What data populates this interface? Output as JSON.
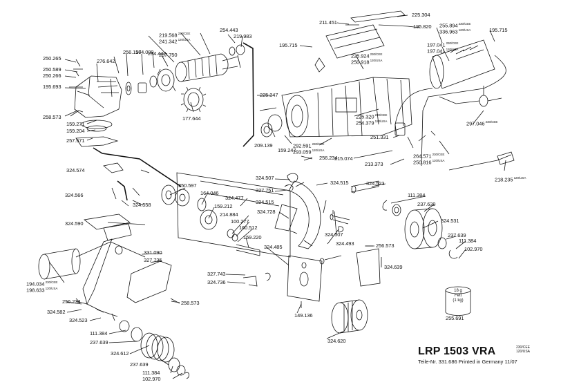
{
  "model": {
    "title": "LRP 1503 VRA",
    "variant_lines": [
      "230/CEE",
      "120/USA"
    ],
    "parts_info": "Teile-Nr. 331.686 Printed in Germany 11/07"
  },
  "grease": {
    "line1": "18 g",
    "line2": "Fett",
    "line3": "(1 kg)",
    "part": "255.691"
  },
  "part_labels": [
    {
      "id": "p225304",
      "text": "225.304",
      "sub": ""
    },
    {
      "id": "p211451",
      "text": "211.451",
      "sub": ""
    },
    {
      "id": "p195820",
      "text": "195.820",
      "sub": ""
    },
    {
      "id": "p255894",
      "text": "255.894",
      "sub": "230/CEE"
    },
    {
      "id": "p336963",
      "text": "336.963",
      "sub": "120/USA"
    },
    {
      "id": "p195715a",
      "text": "195.715",
      "sub": ""
    },
    {
      "id": "p195715b",
      "text": "195.715",
      "sub": ""
    },
    {
      "id": "p219568",
      "text": "219.568",
      "sub": "230/CEE"
    },
    {
      "id": "p241342",
      "text": "241.342",
      "sub": "120/USA"
    },
    {
      "id": "p254443",
      "text": "254.443",
      "sub": ""
    },
    {
      "id": "p219983",
      "text": "219.983",
      "sub": ""
    },
    {
      "id": "p250265",
      "text": "250.265",
      "sub": ""
    },
    {
      "id": "p276642",
      "text": "276.642",
      "sub": ""
    },
    {
      "id": "p256157",
      "text": "256.157",
      "sub": ""
    },
    {
      "id": "p164089",
      "text": "164.089",
      "sub": ""
    },
    {
      "id": "p254442",
      "text": "254.442",
      "sub": ""
    },
    {
      "id": "p257750",
      "text": "257.750",
      "sub": ""
    },
    {
      "id": "p250589",
      "text": "250.589",
      "sub": ""
    },
    {
      "id": "p250266",
      "text": "250.266",
      "sub": ""
    },
    {
      "id": "p195693",
      "text": "195.693",
      "sub": ""
    },
    {
      "id": "p258573a",
      "text": "258.573",
      "sub": ""
    },
    {
      "id": "p177644",
      "text": "177.644",
      "sub": ""
    },
    {
      "id": "p225924",
      "text": "225.924",
      "sub": "230/CEE"
    },
    {
      "id": "p250918",
      "text": "250.918",
      "sub": "120/USA"
    },
    {
      "id": "p197041a",
      "text": "197.041",
      "sub": "230/CEE"
    },
    {
      "id": "p197041b",
      "text": "197.041",
      "sub": "120/USA"
    },
    {
      "id": "p225347",
      "text": "225.347",
      "sub": ""
    },
    {
      "id": "p159271",
      "text": "159.271",
      "sub": ""
    },
    {
      "id": "p159204",
      "text": "159.204",
      "sub": ""
    },
    {
      "id": "p257571",
      "text": "257.571",
      "sub": ""
    },
    {
      "id": "p225320",
      "text": "225.320",
      "sub": "230/CEE"
    },
    {
      "id": "p254379",
      "text": "254.379",
      "sub": "120/USA"
    },
    {
      "id": "p297046",
      "text": "297.046",
      "sub": "230/CEE"
    },
    {
      "id": "p251331",
      "text": "251.331",
      "sub": ""
    },
    {
      "id": "p209139",
      "text": "209.139",
      "sub": ""
    },
    {
      "id": "p159247",
      "text": "159.247",
      "sub": ""
    },
    {
      "id": "p292591",
      "text": "292.591",
      "sub": "230/CEE"
    },
    {
      "id": "p293059",
      "text": "293.059",
      "sub": "120/USA"
    },
    {
      "id": "p264571",
      "text": "264.571",
      "sub": "230/CEE"
    },
    {
      "id": "p250816",
      "text": "250.816",
      "sub": "120/USA"
    },
    {
      "id": "p215074",
      "text": "215.074",
      "sub": ""
    },
    {
      "id": "p213373",
      "text": "213.373",
      "sub": ""
    },
    {
      "id": "p256234a",
      "text": "256.234",
      "sub": ""
    },
    {
      "id": "p324574",
      "text": "324.574",
      "sub": ""
    },
    {
      "id": "p218235",
      "text": "218.235",
      "sub": "120/USA"
    },
    {
      "id": "p324507a",
      "text": "324.507",
      "sub": ""
    },
    {
      "id": "p250597",
      "text": "250.597",
      "sub": ""
    },
    {
      "id": "p327751",
      "text": "327.751",
      "sub": ""
    },
    {
      "id": "p324515a",
      "text": "324.515",
      "sub": ""
    },
    {
      "id": "p324523a",
      "text": "324.523",
      "sub": ""
    },
    {
      "id": "p324566",
      "text": "324.566",
      "sub": ""
    },
    {
      "id": "p164046",
      "text": "164.046",
      "sub": ""
    },
    {
      "id": "p324477",
      "text": "324.477",
      "sub": ""
    },
    {
      "id": "p324515b",
      "text": "324.515",
      "sub": ""
    },
    {
      "id": "p111384a",
      "text": "111.384",
      "sub": ""
    },
    {
      "id": "p324558",
      "text": "324.558",
      "sub": ""
    },
    {
      "id": "p159212",
      "text": "159.212",
      "sub": ""
    },
    {
      "id": "p237639a",
      "text": "237.639",
      "sub": ""
    },
    {
      "id": "p324728",
      "text": "324.728",
      "sub": ""
    },
    {
      "id": "p324590",
      "text": "324.590",
      "sub": ""
    },
    {
      "id": "p214884",
      "text": "214.884",
      "sub": ""
    },
    {
      "id": "p100277",
      "text": "100.277",
      "sub": ""
    },
    {
      "id": "p160512",
      "text": "160.512",
      "sub": ""
    },
    {
      "id": "p324531",
      "text": "324.531",
      "sub": ""
    },
    {
      "id": "p324507b",
      "text": "324.507",
      "sub": ""
    },
    {
      "id": "p237639b",
      "text": "237.639",
      "sub": ""
    },
    {
      "id": "p159220",
      "text": "159.220",
      "sub": ""
    },
    {
      "id": "p324493",
      "text": "324.493",
      "sub": ""
    },
    {
      "id": "p111384b",
      "text": "111.384",
      "sub": ""
    },
    {
      "id": "p331090",
      "text": "331.090",
      "sub": ""
    },
    {
      "id": "p324485",
      "text": "324.485",
      "sub": ""
    },
    {
      "id": "p256573",
      "text": "256.573",
      "sub": ""
    },
    {
      "id": "p102970a",
      "text": "102.970",
      "sub": ""
    },
    {
      "id": "p327735",
      "text": "327.735",
      "sub": ""
    },
    {
      "id": "p194034",
      "text": "194.034",
      "sub": "230/CEE"
    },
    {
      "id": "p198633",
      "text": "198.633",
      "sub": "120/USA"
    },
    {
      "id": "p324639",
      "text": "324.639",
      "sub": ""
    },
    {
      "id": "p327743",
      "text": "327.743",
      "sub": ""
    },
    {
      "id": "p324736",
      "text": "324.736",
      "sub": ""
    },
    {
      "id": "p256234b",
      "text": "256.234",
      "sub": ""
    },
    {
      "id": "p258573b",
      "text": "258.573",
      "sub": ""
    },
    {
      "id": "p324582",
      "text": "324.582",
      "sub": ""
    },
    {
      "id": "p149136",
      "text": "149.136",
      "sub": ""
    },
    {
      "id": "p324523b",
      "text": "324.523",
      "sub": ""
    },
    {
      "id": "p111384c",
      "text": "111.384",
      "sub": ""
    },
    {
      "id": "p237639c",
      "text": "237.639",
      "sub": ""
    },
    {
      "id": "p324620",
      "text": "324.620",
      "sub": ""
    },
    {
      "id": "p324612",
      "text": "324.612",
      "sub": ""
    },
    {
      "id": "p237639d",
      "text": "237.639",
      "sub": ""
    },
    {
      "id": "p111384d",
      "text": "111.384",
      "sub": ""
    },
    {
      "id": "p102970b",
      "text": "102.970",
      "sub": ""
    }
  ]
}
